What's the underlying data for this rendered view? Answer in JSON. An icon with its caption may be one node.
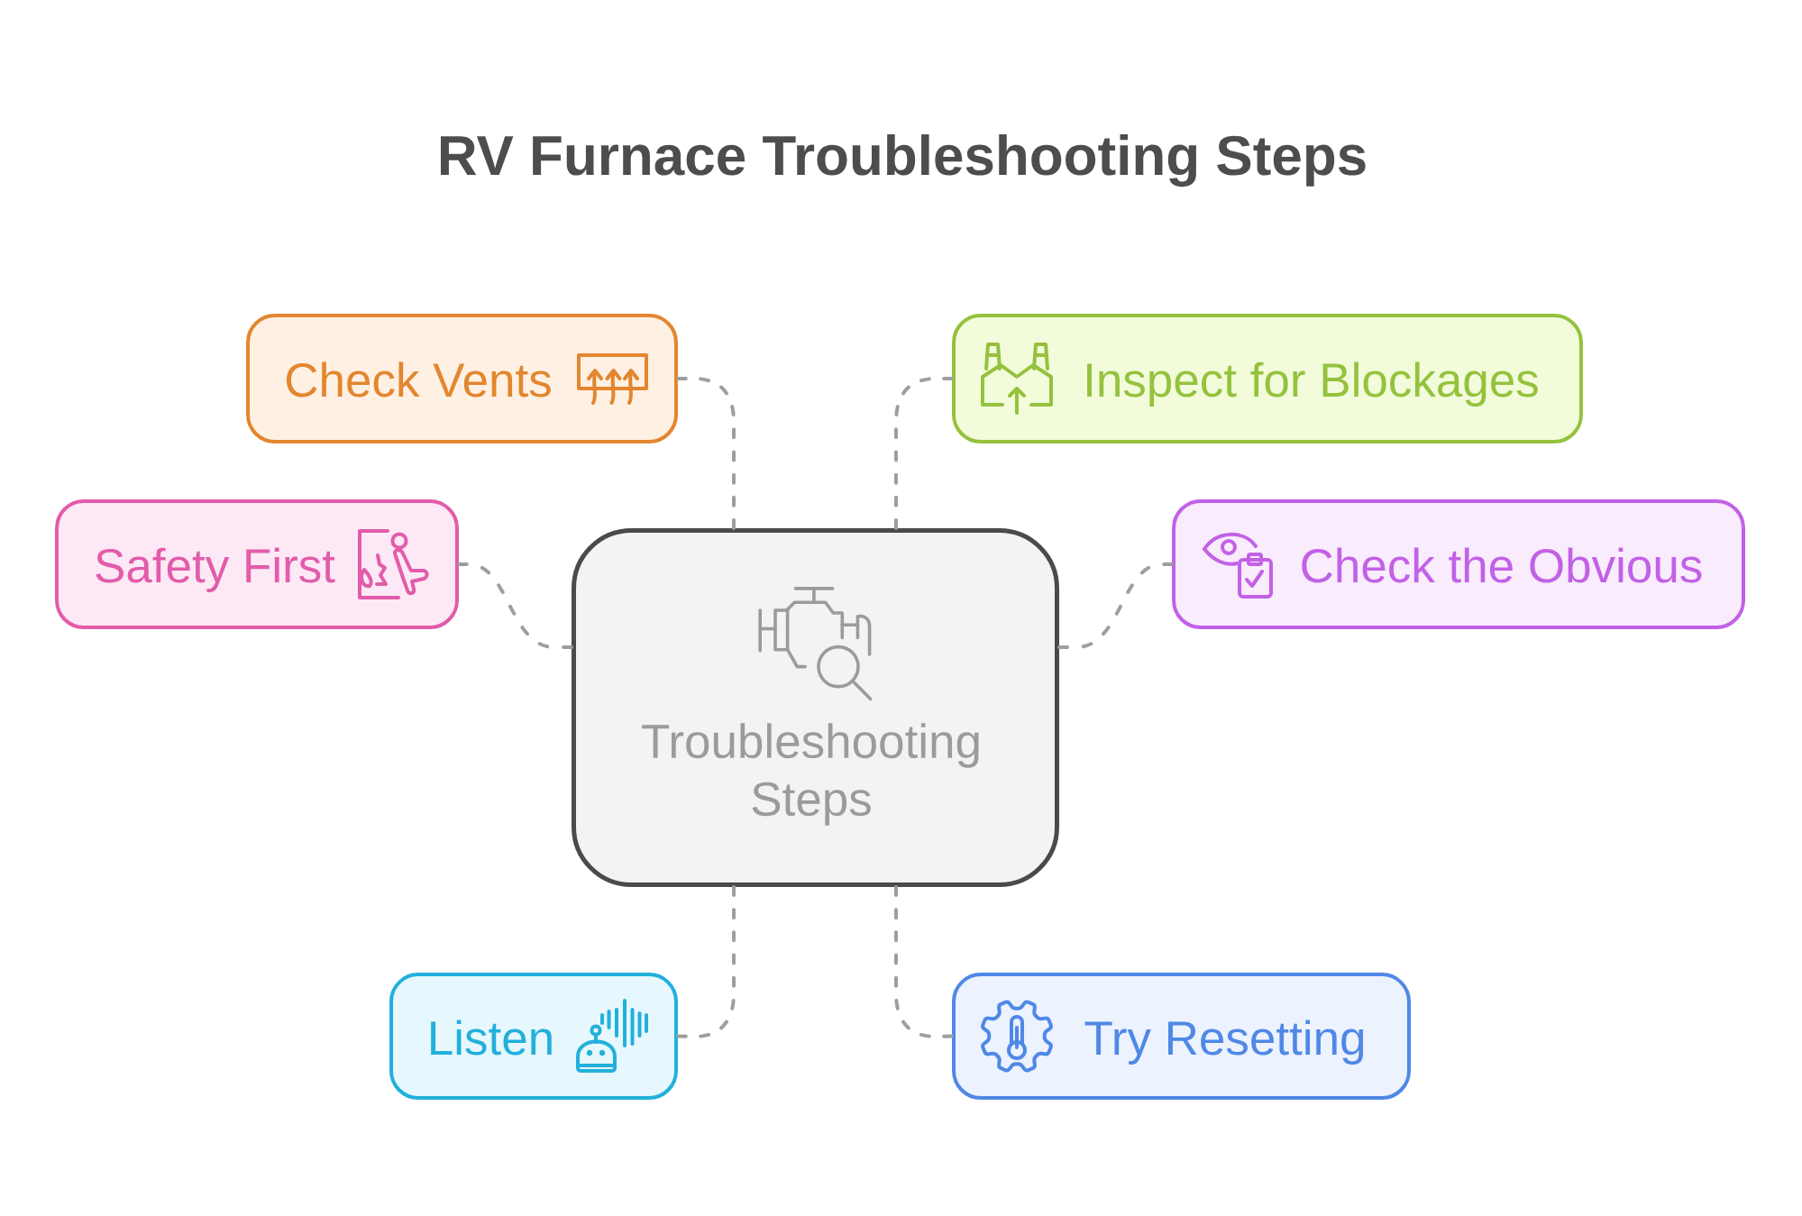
{
  "diagram": {
    "title": "RV Furnace Troubleshooting Steps",
    "nodes": [
      {
        "text": [
          "Check Vents"
        ]
      },
      {
        "text": [
          "Inspect for Blockages"
        ]
      },
      {
        "text": [
          "Safety First"
        ]
      },
      {
        "text": [
          "Check the Obvious"
        ]
      },
      {
        "text": [
          "Troubleshooting Steps"
        ]
      },
      {
        "text": [
          "Listen"
        ]
      },
      {
        "text": [
          "Try Resetting"
        ]
      }
    ],
    "edges": [
      {
        "from": 4,
        "to": 0,
        "arrow": "none",
        "style": "dashed"
      },
      {
        "from": 4,
        "to": 1,
        "arrow": "none",
        "style": "dashed"
      },
      {
        "from": 4,
        "to": 2,
        "arrow": "none",
        "style": "dashed"
      },
      {
        "from": 4,
        "to": 3,
        "arrow": "none",
        "style": "dashed"
      },
      {
        "from": 4,
        "to": 5,
        "arrow": "none",
        "style": "dashed"
      },
      {
        "from": 4,
        "to": 6,
        "arrow": "none",
        "style": "dashed"
      }
    ]
  }
}
